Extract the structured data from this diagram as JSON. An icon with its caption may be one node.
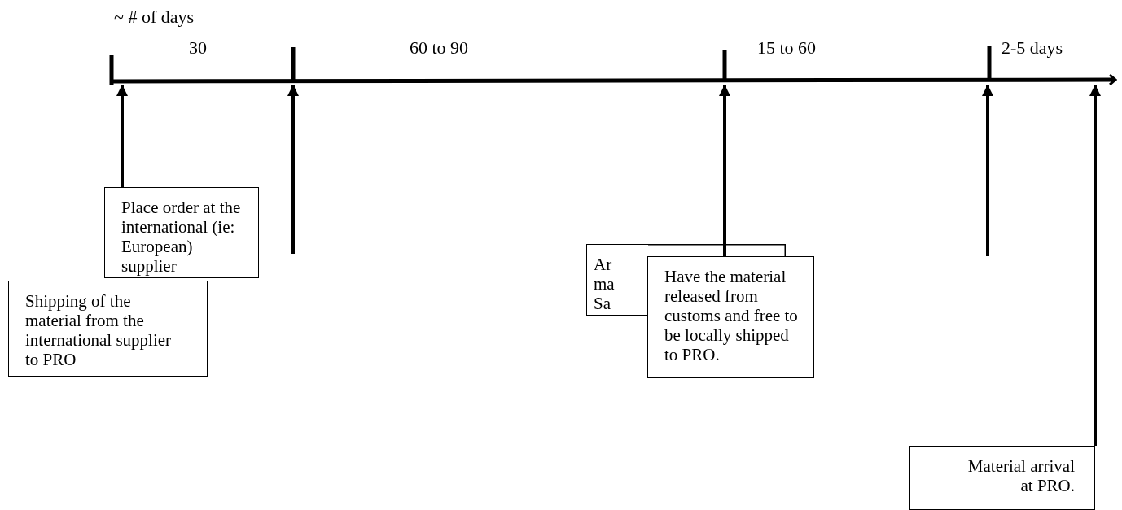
{
  "diagram": {
    "nodes": [
      {
        "text": [],
        "shape": "bar"
      },
      {
        "text": [
          "Place order at the international (ie: European) supplier"
        ]
      },
      {
        "text": [
          "Shipping of the material from the international supplier to PRO"
        ]
      },
      {
        "text": [
          "Ar ma Sa"
        ]
      },
      {
        "text": [
          "Have the material released from customs and free to be locally shipped to PRO."
        ]
      },
      {
        "text": [
          "Material arrival at PRO."
        ]
      }
    ],
    "edges": [
      {
        "from": 1,
        "to": 0,
        "arrow": "to"
      },
      {
        "from": null,
        "to": 0,
        "arrow": "to"
      },
      {
        "from": 4,
        "to": 0,
        "arrow": "to"
      },
      {
        "from": null,
        "to": 0,
        "arrow": "to"
      },
      {
        "from": 5,
        "to": 0,
        "arrow": "to"
      }
    ],
    "labels": [
      "~ # of days",
      "30",
      "60 to 90",
      "15 to 60",
      "2-5 days"
    ]
  }
}
